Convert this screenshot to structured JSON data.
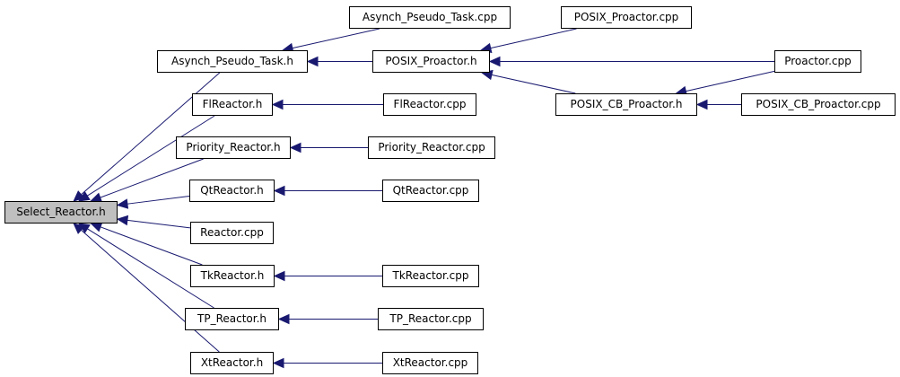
{
  "graph": {
    "edge_color": "#191970",
    "root_fill": "#bfbfbf",
    "nodes": {
      "select_reactor_h": "Select_Reactor.h",
      "asynch_pseudo_task_h": "Asynch_Pseudo_Task.h",
      "asynch_pseudo_task_cpp": "Asynch_Pseudo_Task.cpp",
      "posix_proactor_h": "POSIX_Proactor.h",
      "posix_proactor_cpp": "POSIX_Proactor.cpp",
      "proactor_cpp": "Proactor.cpp",
      "posix_cb_proactor_h": "POSIX_CB_Proactor.h",
      "posix_cb_proactor_cpp": "POSIX_CB_Proactor.cpp",
      "flreactor_h": "FlReactor.h",
      "flreactor_cpp": "FlReactor.cpp",
      "priority_reactor_h": "Priority_Reactor.h",
      "priority_reactor_cpp": "Priority_Reactor.cpp",
      "qtreactor_h": "QtReactor.h",
      "qtreactor_cpp": "QtReactor.cpp",
      "reactor_cpp": "Reactor.cpp",
      "tkreactor_h": "TkReactor.h",
      "tkreactor_cpp": "TkReactor.cpp",
      "tp_reactor_h": "TP_Reactor.h",
      "tp_reactor_cpp": "TP_Reactor.cpp",
      "xtreactor_h": "XtReactor.h",
      "xtreactor_cpp": "XtReactor.cpp"
    },
    "edges": [
      [
        "asynch_pseudo_task_h",
        "select_reactor_h"
      ],
      [
        "flreactor_h",
        "select_reactor_h"
      ],
      [
        "priority_reactor_h",
        "select_reactor_h"
      ],
      [
        "qtreactor_h",
        "select_reactor_h"
      ],
      [
        "reactor_cpp",
        "select_reactor_h"
      ],
      [
        "tkreactor_h",
        "select_reactor_h"
      ],
      [
        "tp_reactor_h",
        "select_reactor_h"
      ],
      [
        "xtreactor_h",
        "select_reactor_h"
      ],
      [
        "asynch_pseudo_task_cpp",
        "asynch_pseudo_task_h"
      ],
      [
        "posix_proactor_h",
        "asynch_pseudo_task_h"
      ],
      [
        "posix_proactor_cpp",
        "posix_proactor_h"
      ],
      [
        "proactor_cpp",
        "posix_proactor_h"
      ],
      [
        "posix_cb_proactor_h",
        "posix_proactor_h"
      ],
      [
        "proactor_cpp",
        "posix_cb_proactor_h"
      ],
      [
        "posix_cb_proactor_cpp",
        "posix_cb_proactor_h"
      ],
      [
        "flreactor_cpp",
        "flreactor_h"
      ],
      [
        "priority_reactor_cpp",
        "priority_reactor_h"
      ],
      [
        "qtreactor_cpp",
        "qtreactor_h"
      ],
      [
        "tkreactor_cpp",
        "tkreactor_h"
      ],
      [
        "tp_reactor_cpp",
        "tp_reactor_h"
      ],
      [
        "xtreactor_cpp",
        "xtreactor_h"
      ]
    ]
  }
}
